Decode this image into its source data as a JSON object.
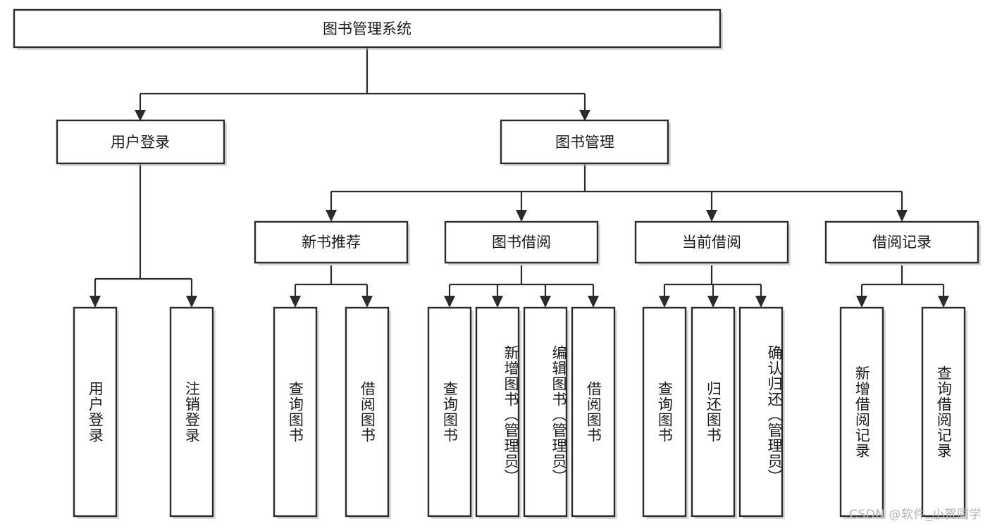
{
  "diagram": {
    "title": "图书管理系统",
    "type": "tree",
    "orientation": "top-down",
    "colors": {
      "box_fill": "#ffffff",
      "box_stroke": "#2b2b2b",
      "text": "#1b1b1b",
      "shadow": "#b8b8b8",
      "watermark": "#b3b3b3",
      "background": "#ffffff"
    }
  },
  "watermark": {
    "text": "CSDN @软件_小贺同学"
  },
  "nodes": {
    "root": {
      "label": "图书管理系统",
      "level": 1
    },
    "level2": [
      {
        "id": "user-login",
        "label": "用户登录"
      },
      {
        "id": "book-manage",
        "label": "图书管理"
      }
    ],
    "level3": [
      {
        "id": "new-book-recommend",
        "label": "新书推荐"
      },
      {
        "id": "book-borrow",
        "label": "图书借阅"
      },
      {
        "id": "current-borrow",
        "label": "当前借阅"
      },
      {
        "id": "borrow-record",
        "label": "借阅记录"
      }
    ],
    "leaves": {
      "user-login": [
        {
          "id": "leaf-user-login",
          "label": "用户登录"
        },
        {
          "id": "leaf-logout-login",
          "label": "注销登录"
        }
      ],
      "new-book-recommend": [
        {
          "id": "leaf-query-book-1",
          "label": "查询图书"
        },
        {
          "id": "leaf-borrow-book-1",
          "label": "借阅图书"
        }
      ],
      "book-borrow": [
        {
          "id": "leaf-query-book-2",
          "label": "查询图书"
        },
        {
          "id": "leaf-add-book",
          "label": "新增图书（管理员）"
        },
        {
          "id": "leaf-edit-book",
          "label": "编辑图书（管理员）"
        },
        {
          "id": "leaf-borrow-book-2",
          "label": "借阅图书"
        }
      ],
      "current-borrow": [
        {
          "id": "leaf-query-book-3",
          "label": "查询图书"
        },
        {
          "id": "leaf-return-book",
          "label": "归还图书"
        },
        {
          "id": "leaf-confirm-return",
          "label": "确认归还（管理员）"
        }
      ],
      "borrow-record": [
        {
          "id": "leaf-add-record",
          "label": "新增借阅记录"
        },
        {
          "id": "leaf-query-record",
          "label": "查询借阅记录"
        }
      ]
    }
  },
  "edges": [
    {
      "from": "图书管理系统",
      "to": "用户登录"
    },
    {
      "from": "图书管理系统",
      "to": "图书管理"
    },
    {
      "from": "用户登录",
      "to": "用户登录"
    },
    {
      "from": "用户登录",
      "to": "注销登录"
    },
    {
      "from": "图书管理",
      "to": "新书推荐"
    },
    {
      "from": "图书管理",
      "to": "图书借阅"
    },
    {
      "from": "图书管理",
      "to": "当前借阅"
    },
    {
      "from": "图书管理",
      "to": "借阅记录"
    },
    {
      "from": "新书推荐",
      "to": "查询图书"
    },
    {
      "from": "新书推荐",
      "to": "借阅图书"
    },
    {
      "from": "图书借阅",
      "to": "查询图书"
    },
    {
      "from": "图书借阅",
      "to": "新增图书（管理员）"
    },
    {
      "from": "图书借阅",
      "to": "编辑图书（管理员）"
    },
    {
      "from": "图书借阅",
      "to": "借阅图书"
    },
    {
      "from": "当前借阅",
      "to": "查询图书"
    },
    {
      "from": "当前借阅",
      "to": "归还图书"
    },
    {
      "from": "当前借阅",
      "to": "确认归还（管理员）"
    },
    {
      "from": "借阅记录",
      "to": "新增借阅记录"
    },
    {
      "from": "借阅记录",
      "to": "查询借阅记录"
    }
  ]
}
